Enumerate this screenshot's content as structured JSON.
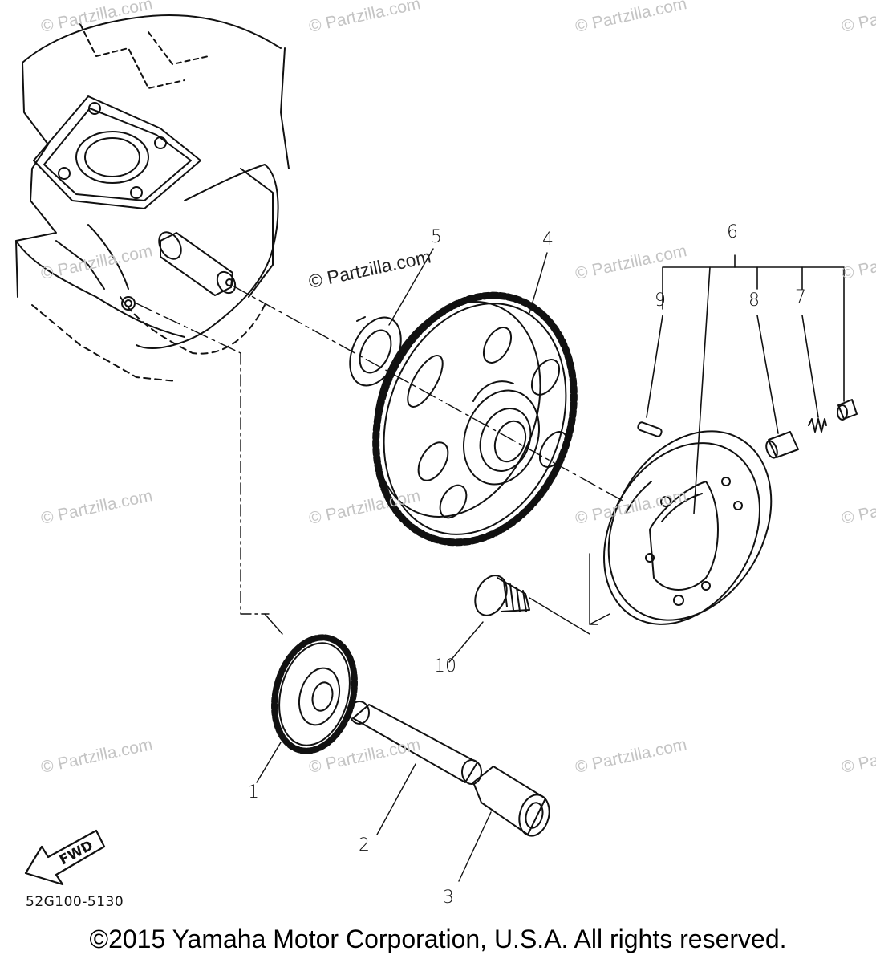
{
  "watermark_text": "© Partzilla.com",
  "highlight_watermark": "© Partzilla.com",
  "callouts": [
    {
      "id": "1",
      "text": "1"
    },
    {
      "id": "2",
      "text": "2"
    },
    {
      "id": "3",
      "text": "3"
    },
    {
      "id": "4",
      "text": "4"
    },
    {
      "id": "5",
      "text": "5"
    },
    {
      "id": "6",
      "text": "6"
    },
    {
      "id": "7",
      "text": "7"
    },
    {
      "id": "8",
      "text": "8"
    },
    {
      "id": "9",
      "text": "9"
    },
    {
      "id": "10",
      "text": "10"
    }
  ],
  "fwd_label": "FWD",
  "diagram_code": "52G100-5130",
  "copyright": "©2015 Yamaha Motor Corporation, U.S.A. All rights reserved.",
  "colors": {
    "line": "#111111",
    "watermark": "#c4c4c4",
    "background": "#ffffff"
  }
}
